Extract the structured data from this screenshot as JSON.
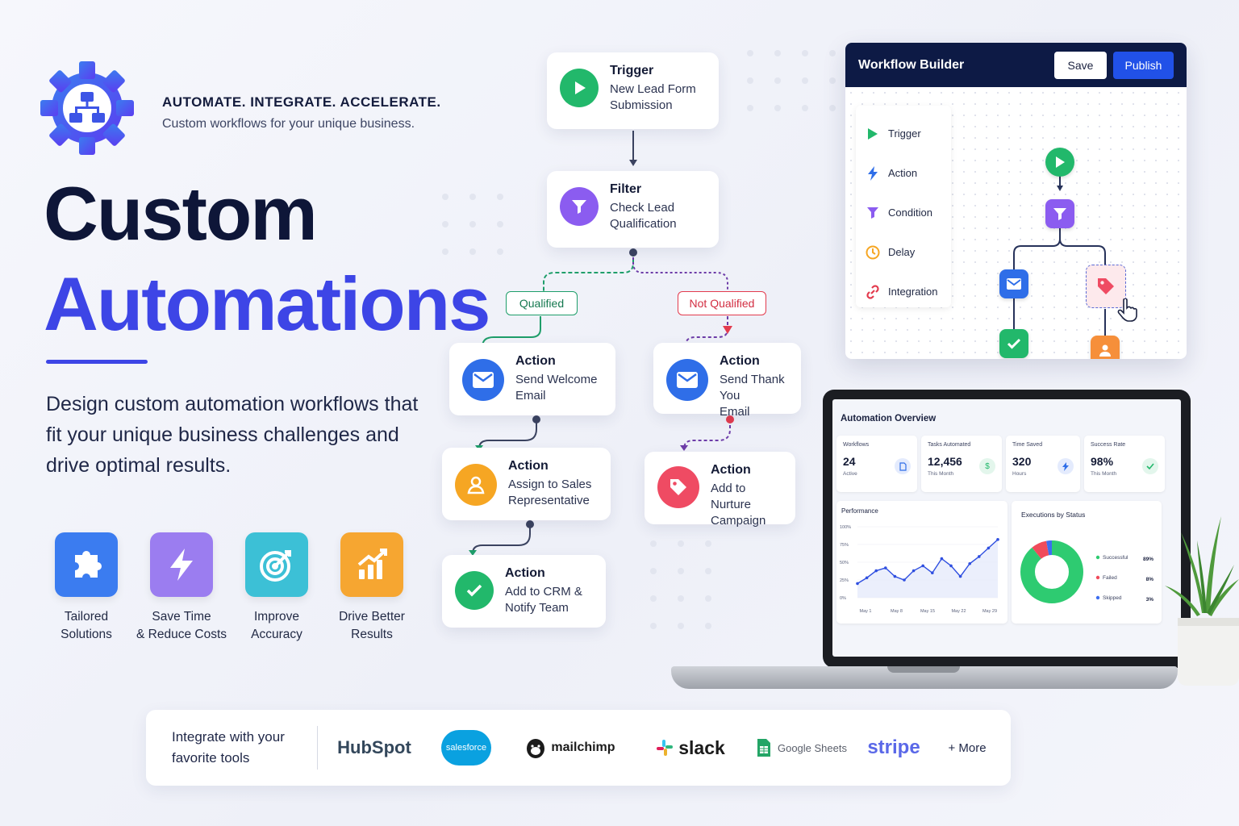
{
  "hero": {
    "tagline": "AUTOMATE. INTEGRATE. ACCELERATE.",
    "tagline_sub": "Custom workflows for your unique business.",
    "title_line1": "Custom",
    "title_line2": "Automations",
    "description": "Design custom automation workflows that fit your unique business challenges and drive optimal results."
  },
  "features": [
    {
      "label": "Tailored\nSolutions",
      "icon": "puzzle-icon",
      "color": "#3b7cf0"
    },
    {
      "label": "Save Time\n& Reduce Costs",
      "icon": "lightning-icon",
      "color": "#9b7df0"
    },
    {
      "label": "Improve\nAccuracy",
      "icon": "target-icon",
      "color": "#3cc0d6"
    },
    {
      "label": "Drive Better\nResults",
      "icon": "growth-chart-icon",
      "color": "#f6a631"
    }
  ],
  "flow": {
    "trigger": {
      "title": "Trigger",
      "desc": "New Lead Form\nSubmission"
    },
    "filter": {
      "title": "Filter",
      "desc": "Check Lead\nQualification"
    },
    "qualified_label": "Qualified",
    "not_qualified_label": "Not Qualified",
    "welcome": {
      "title": "Action",
      "desc": "Send Welcome\nEmail"
    },
    "assign": {
      "title": "Action",
      "desc": "Assign to Sales\nRepresentative"
    },
    "crm": {
      "title": "Action",
      "desc": "Add to CRM &\nNotify Team"
    },
    "thankyou": {
      "title": "Action",
      "desc": "Send Thank You\nEmail"
    },
    "nurture": {
      "title": "Action",
      "desc": "Add to Nurture\nCampaign"
    }
  },
  "workflow_builder": {
    "title": "Workflow Builder",
    "save_label": "Save",
    "publish_label": "Publish",
    "palette": [
      {
        "label": "Trigger",
        "icon": "play-icon"
      },
      {
        "label": "Action",
        "icon": "lightning-icon"
      },
      {
        "label": "Condition",
        "icon": "filter-icon"
      },
      {
        "label": "Delay",
        "icon": "clock-icon"
      },
      {
        "label": "Integration",
        "icon": "link-icon"
      }
    ]
  },
  "dashboard": {
    "title": "Automation Overview",
    "stats": [
      {
        "label": "Workflows",
        "value": "24",
        "sub": "Active",
        "icon": "document-icon"
      },
      {
        "label": "Tasks Automated",
        "value": "12,456",
        "sub": "This Month",
        "icon": "dollar-icon"
      },
      {
        "label": "Time Saved",
        "value": "320",
        "sub": "Hours",
        "icon": "lightning-icon"
      },
      {
        "label": "Success Rate",
        "value": "98%",
        "sub": "This Month",
        "icon": "check-icon"
      }
    ],
    "performance_title": "Performance",
    "executions_title": "Executions by Status",
    "chart_data": [
      {
        "type": "line",
        "title": "Performance",
        "y_ticks": [
          "100%",
          "75%",
          "50%",
          "25%",
          "0%"
        ],
        "x_ticks": [
          "May 1",
          "May 8",
          "May 15",
          "May 22",
          "May 29"
        ],
        "ylim": [
          0,
          100
        ],
        "series": [
          {
            "values": [
              20,
              28,
              38,
              42,
              30,
              25,
              38,
              45,
              35,
              55,
              45,
              30,
              48,
              58,
              70,
              82
            ]
          }
        ]
      },
      {
        "type": "pie",
        "title": "Executions by Status",
        "categories": [
          "Successful",
          "Failed",
          "Skipped"
        ],
        "values_label": [
          "89%",
          "8%",
          "3%"
        ],
        "values": [
          89,
          8,
          3
        ],
        "colors": [
          "#2ecb71",
          "#f04b5b",
          "#3d6ef0"
        ]
      }
    ]
  },
  "integrations": {
    "label": "Integrate with your\nfavorite tools",
    "tools": [
      "HubSpot",
      "salesforce",
      "mailchimp",
      "slack",
      "Google Sheets",
      "stripe"
    ],
    "more_label": "+ More"
  }
}
